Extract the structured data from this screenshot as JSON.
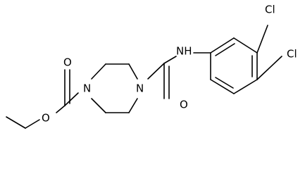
{
  "molecule": {
    "atoms": {
      "n_left": "N",
      "n_right": "N",
      "nh": "NH",
      "o_ester_carbonyl": "O",
      "o_ester_ether": "O",
      "o_amide": "O",
      "cl_top": "Cl",
      "cl_right": "Cl"
    },
    "colors": {
      "bond": "#000000",
      "label": "#000000",
      "background": "#ffffff"
    }
  }
}
